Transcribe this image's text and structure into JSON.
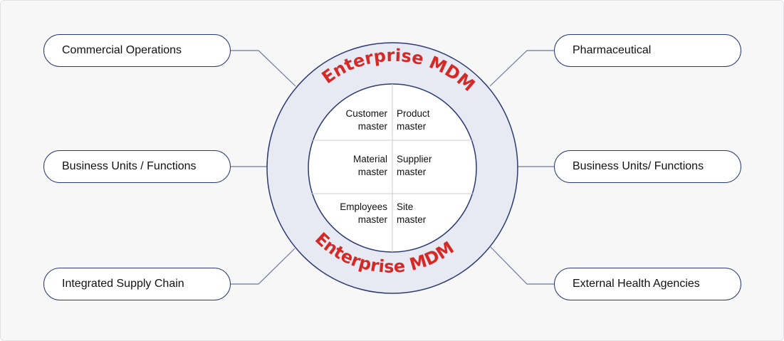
{
  "hub": {
    "ring_title_top": "Enterprise MDM",
    "ring_title_bottom": "Enterprise MDM",
    "cells": [
      {
        "line1": "Customer",
        "line2": "master"
      },
      {
        "line1": "Product",
        "line2": "master"
      },
      {
        "line1": "Material",
        "line2": "master"
      },
      {
        "line1": "Supplier",
        "line2": "master"
      },
      {
        "line1": "Employees",
        "line2": "master"
      },
      {
        "line1": "Site",
        "line2": "master"
      }
    ]
  },
  "left_nodes": [
    {
      "label": "Commercial Operations"
    },
    {
      "label": "Business Units / Functions"
    },
    {
      "label": "Integrated Supply Chain"
    }
  ],
  "right_nodes": [
    {
      "label": "Pharmaceutical"
    },
    {
      "label": "Business Units/ Functions"
    },
    {
      "label": "External Health Agencies"
    }
  ],
  "colors": {
    "ring_fill": "#e8eaf3",
    "ring_stroke": "#2c3a73",
    "title_red": "#d42a27",
    "connector": "#6c779f",
    "divider": "#c9ccd6"
  }
}
